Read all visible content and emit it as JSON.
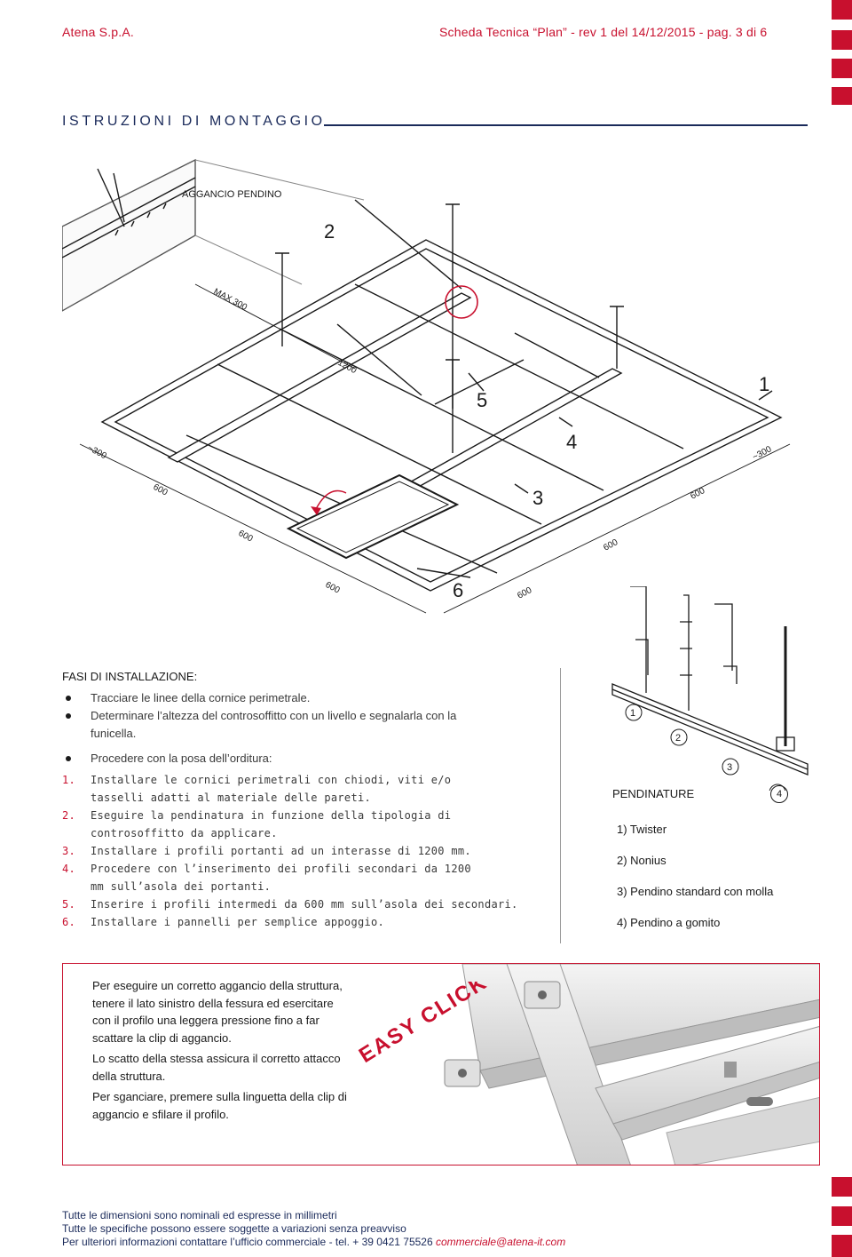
{
  "header": {
    "company": "Atena S.p.A.",
    "doc_info": "Scheda Tecnica “Plan” - rev 1 del 14/12/2015 - pag. 3 di 6"
  },
  "section_title": "ISTRUZIONI DI MONTAGGIO",
  "diagram": {
    "labels": {
      "aggancio": "AGGANCIO PENDINO",
      "max300": "MAX 300",
      "d1200": "1200",
      "tilde300_left": "~300",
      "tilde300_right": "~300",
      "d600": "600"
    },
    "callouts": [
      "1",
      "2",
      "3",
      "4",
      "5",
      "6"
    ]
  },
  "steps": {
    "heading": "FASI DI INSTALLAZIONE:",
    "bullets": [
      "Tracciare le linee della cornice perimetrale.",
      "Determinare l’altezza del controsoffitto con un livello e segnalarla con la funicella.",
      "Procedere con la posa dell’orditura:"
    ],
    "numbered": [
      {
        "n": "1.",
        "text": "Installare le cornici perimetrali con chiodi, viti e/o tasselli adatti al materiale delle pareti."
      },
      {
        "n": "2.",
        "text": "Eseguire la pendinatura in funzione della tipologia di controsoffitto da applicare."
      },
      {
        "n": "3.",
        "text": "Installare i profili portanti ad un interasse di 1200 mm."
      },
      {
        "n": "4.",
        "text": "Procedere con l’inserimento dei profili secondari da 1200 mm sull’asola dei portanti."
      },
      {
        "n": "5.",
        "text": "Inserire i profili intermedi da 600 mm sull’asola dei secondari."
      },
      {
        "n": "6.",
        "text": "Installare i pannelli per semplice appoggio."
      }
    ]
  },
  "pendinature": {
    "title": "PENDINATURE",
    "items": [
      "1) Twister",
      "2) Nonius",
      "3) Pendino standard con molla",
      "4) Pendino a gomito"
    ],
    "callouts": [
      "1",
      "2",
      "3",
      "4"
    ]
  },
  "easy_click": {
    "paragraphs": [
      "Per eseguire un corretto aggancio della struttura, tenere il lato sinistro della fessura ed esercitare con il profilo una leggera pressione fino a far scattare la clip di aggancio.",
      "Lo scatto della stessa assicura il corretto attacco della struttura.",
      "Per sganciare, premere sulla linguetta della clip di aggancio e sfilare il profilo."
    ],
    "badge": "EASY CLICK"
  },
  "footer": {
    "line1": "Tutte le dimensioni sono nominali ed espresse in millimetri",
    "line2": "Tutte le specifiche possono essere soggette a variazioni senza preavviso",
    "line3": "Per ulteriori informazioni contattare l’ufficio commerciale - tel. + 39 0421 75526",
    "email": "commerciale@atena-it.com"
  },
  "colors": {
    "accent": "#c8102e",
    "navy": "#1a2a5a"
  }
}
